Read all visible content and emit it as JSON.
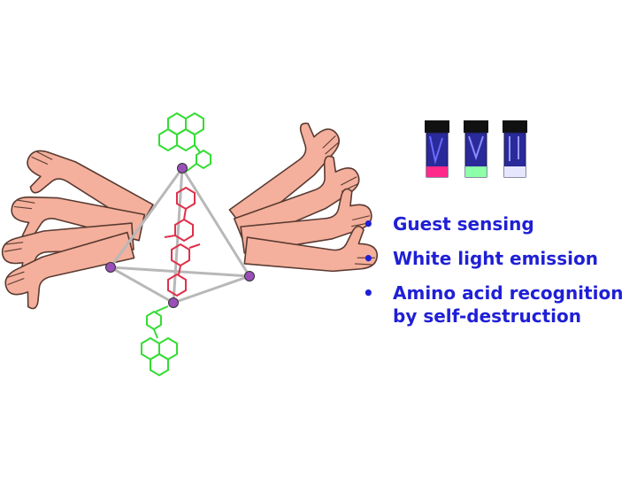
{
  "bullets": [
    "Guest sensing",
    "White light emission",
    "Amino acid recognition by self-destruction"
  ],
  "labels": {
    "bullet_glyph": "•"
  },
  "colors": {
    "text": "#1f1fd6",
    "legs": "#f4b09c",
    "legs_outline": "#5a3a32",
    "pyrene": "#33dd33",
    "ligand": "#e0304a",
    "node": "#9a4fb8",
    "edge": "#b8b8b8",
    "vial_glow": [
      "#ff2a8a",
      "#8cffa8",
      "#e6e6ff"
    ]
  },
  "icons": {
    "legs": "thumbs-up-leg-icon",
    "vial": "fluorescent-vial-icon",
    "node": "metal-node-icon"
  }
}
